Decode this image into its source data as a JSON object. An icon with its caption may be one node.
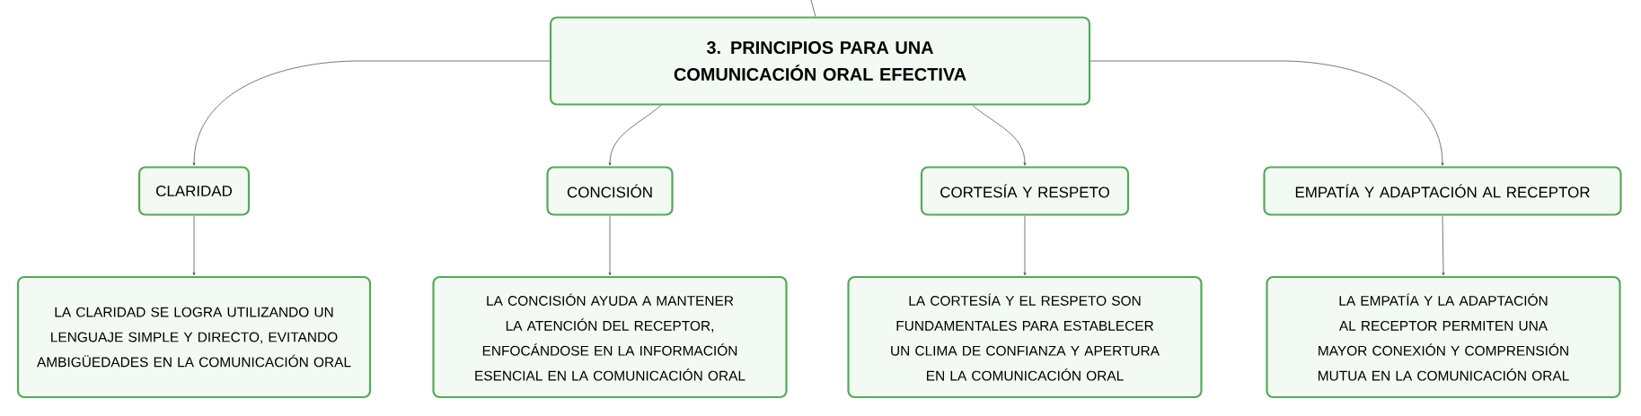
{
  "diagram": {
    "nodes": [
      {
        "text": [
          "3. PRINCIPIOS PARA UNA COMUNICACIÓN ORAL EFECTIVA"
        ]
      },
      {
        "text": [
          "CLARIDAD"
        ]
      },
      {
        "text": [
          "CONCISIÓN"
        ]
      },
      {
        "text": [
          "CORTESÍA Y RESPETO"
        ]
      },
      {
        "text": [
          "EMPATÍA Y ADAPTACIÓN AL RECEPTOR"
        ]
      },
      {
        "text": [
          "LA CLARIDAD SE LOGRA UTILIZANDO UN LENGUAJE SIMPLE Y DIRECTO, EVITANDO AMBIGÜEDADES EN LA COMUNICACIÓN ORAL"
        ]
      },
      {
        "text": [
          "LA CONCISIÓN AYUDA A MANTENER LA ATENCIÓN DEL RECEPTOR, ENFOCÁNDOSE EN LA INFORMACIÓN ESENCIAL EN LA COMUNICACIÓN ORAL"
        ]
      },
      {
        "text": [
          "LA CORTESÍA Y EL RESPETO SON FUNDAMENTALES PARA ESTABLECER UN CLIMA DE CONFIANZA Y APERTURA EN LA COMUNICACIÓN ORAL"
        ]
      },
      {
        "text": [
          "LA EMPATÍA Y LA ADAPTACIÓN AL RECEPTOR PERMITEN UNA MAYOR CONEXIÓN Y COMPRENSIÓN MUTUA EN LA COMUNICACIÓN ORAL"
        ]
      }
    ],
    "edges": [
      {
        "from": null,
        "to": 0,
        "arrow": "none"
      },
      {
        "from": 0,
        "to": 1,
        "arrow": "to"
      },
      {
        "from": 0,
        "to": 2,
        "arrow": "to"
      },
      {
        "from": 0,
        "to": 3,
        "arrow": "to"
      },
      {
        "from": 0,
        "to": 4,
        "arrow": "to"
      },
      {
        "from": 1,
        "to": 5,
        "arrow": "to"
      },
      {
        "from": 2,
        "to": 6,
        "arrow": "to"
      },
      {
        "from": 3,
        "to": 7,
        "arrow": "to"
      },
      {
        "from": 4,
        "to": 8,
        "arrow": "to"
      }
    ]
  }
}
